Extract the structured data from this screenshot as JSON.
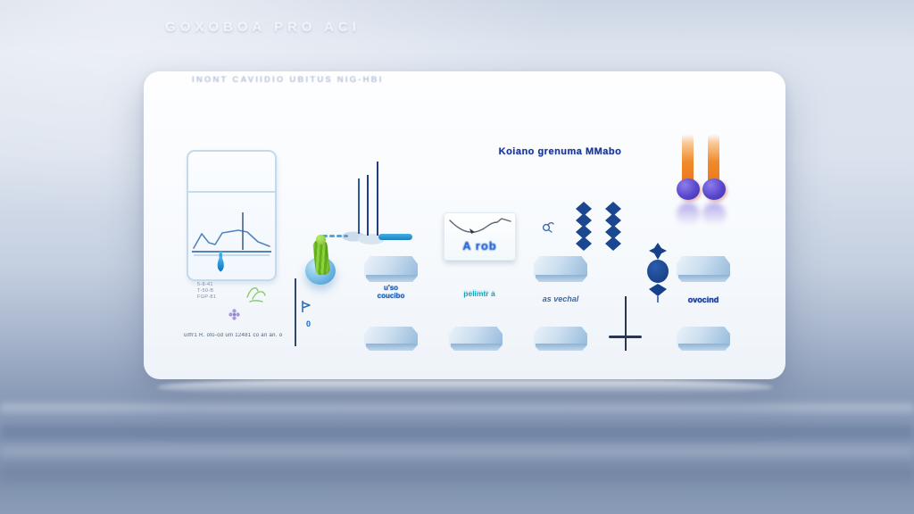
{
  "window": {
    "title": "GOXOBOA PRO ACI"
  },
  "panel": {
    "heading": "INONT CAVIIDIO UBITUS NIG-HBI",
    "center_label": "Koiano grenuma MMabo",
    "left_card": {
      "footer_note": "5-8-41\nT-50-B\nFGP-81"
    },
    "mini_card": {
      "label": "A rob"
    },
    "needle_readout": {
      "value": "0"
    },
    "footnote": "uiffr1 R. oto-od   um   12481 co   an an. o",
    "labels": [
      {
        "text": "u'so\ncoucibo"
      },
      {
        "text": "pelimtr a"
      },
      {
        "text": "as vechal"
      },
      {
        "text": "ovocind"
      }
    ]
  },
  "colors": {
    "accent_blue": "#2e9fd8",
    "navy": "#1a478f",
    "orange": "#f08a28",
    "purple": "#5a48cc",
    "green": "#7cc24a",
    "panel_bg": "#f7fafd"
  }
}
